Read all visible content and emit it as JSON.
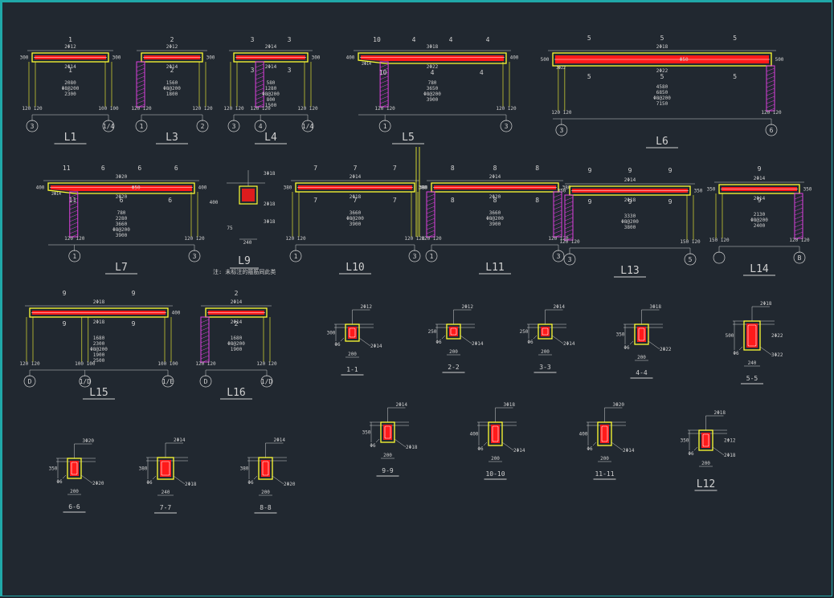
{
  "colors": {
    "background": "#212830",
    "frame": "#20a8a8",
    "line": "#d0d0d0",
    "beam_outline": "#ffff33",
    "beam_fill": "#ff1a1a",
    "column": "#e040e0",
    "section_fill": "#ff1a1a"
  },
  "note": "注: 未标注的箍筋同此类",
  "beams": [
    {
      "name": "L1",
      "marks": [
        "1",
        "1"
      ],
      "top": "2Φ12",
      "bot": "2Φ14",
      "dims": [
        "2080",
        "Φ8@200",
        "2300"
      ],
      "supports": [
        "120 120",
        "100 100"
      ],
      "axes": [
        "3",
        "1/4"
      ],
      "hl": "300",
      "hr": "300"
    },
    {
      "name": "L3",
      "marks": [
        "2",
        "2"
      ],
      "top": "2Φ12",
      "bot": "2Φ14",
      "dims": [
        "1560",
        "Φ8@200",
        "1800"
      ],
      "supports": [
        "120 120",
        "120 120"
      ],
      "axes": [
        "1",
        "2"
      ],
      "hl": "",
      "hr": "300"
    },
    {
      "name": "L4",
      "marks": [
        "3",
        "3",
        "3",
        "3"
      ],
      "top": "2Φ14",
      "bot": "2Φ14",
      "dims": [
        "580",
        "1280",
        "Φ8@200",
        "800",
        "1500"
      ],
      "supports": [
        "120 120",
        "120 120",
        "120 120"
      ],
      "axes": [
        "3",
        "4",
        "1/4"
      ],
      "hl": "",
      "hr": "300"
    },
    {
      "name": "L5",
      "marks": [
        "10",
        "4",
        "4",
        "4",
        "10",
        "4",
        "4"
      ],
      "top": "3Φ18",
      "bot": "2Φ22",
      "dims": [
        "780",
        "3650",
        "Φ8@200",
        "3900"
      ],
      "supports": [
        "120 120",
        "120 120"
      ],
      "axes": [
        "1",
        "3"
      ],
      "hl": "400",
      "hr": "400",
      "extra": "2Φ14"
    },
    {
      "name": "L6",
      "marks": [
        "5",
        "5",
        "5",
        "5",
        "5",
        "5"
      ],
      "top": "2Φ18",
      "bot": "2Φ22",
      "dims": [
        "4580",
        "6850",
        "Φ8@200",
        "7150"
      ],
      "supports": [
        "120 120",
        "120 120"
      ],
      "axes": [
        "3",
        "6"
      ],
      "hl": "500",
      "hr": "500",
      "extra": "3Φ22",
      "cut": "Φ50"
    },
    {
      "name": "L7",
      "marks": [
        "11",
        "6",
        "6",
        "6",
        "11",
        "6",
        "6"
      ],
      "top": "3Φ20",
      "bot": "2Φ20",
      "dims": [
        "780",
        "2280",
        "3660",
        "Φ8@200",
        "3900"
      ],
      "supports": [
        "120 120",
        "120 120"
      ],
      "axes": [
        "1",
        "3"
      ],
      "hl": "400",
      "hr": "400",
      "extra": "2Φ14",
      "cut": "Φ50"
    },
    {
      "name": "L9",
      "marks": [],
      "top": "3Φ18",
      "bot": "2Φ18",
      "dims": [
        "400",
        "75",
        "240"
      ],
      "bot2": "3Φ18"
    },
    {
      "name": "L10",
      "marks": [
        "7",
        "7",
        "7",
        "7",
        "7",
        "7"
      ],
      "top": "2Φ14",
      "bot": "2Φ18",
      "dims": [
        "3660",
        "Φ8@200",
        "3900"
      ],
      "supports": [
        "120 120",
        "120 120"
      ],
      "axes": [
        "1",
        "3"
      ],
      "hl": "380",
      "hr": "380"
    },
    {
      "name": "L11",
      "marks": [
        "8",
        "8",
        "8",
        "8",
        "8",
        "8"
      ],
      "top": "2Φ14",
      "bot": "2Φ20",
      "dims": [
        "3660",
        "Φ8@200",
        "3900"
      ],
      "supports": [
        "120 120",
        "120 120"
      ],
      "axes": [
        "1",
        "3"
      ],
      "hl": "380",
      "hr": "380"
    },
    {
      "name": "L13",
      "marks": [
        "9",
        "9",
        "9",
        "9",
        "9",
        "9"
      ],
      "top": "2Φ14",
      "bot": "2Φ18",
      "dims": [
        "3330",
        "Φ8@200",
        "3800"
      ],
      "supports": [
        "120 120",
        "150 120"
      ],
      "axes": [
        "3",
        "5"
      ],
      "hl": "350",
      "hr": "350"
    },
    {
      "name": "L14",
      "marks": [
        "9",
        "9"
      ],
      "top": "2Φ14",
      "bot": "2Φ14",
      "dims": [
        "2130",
        "Φ8@200",
        "2400"
      ],
      "supports": [
        "150 120",
        "120 120"
      ],
      "axes": [
        "",
        "B"
      ],
      "hl": "350",
      "hr": "350"
    },
    {
      "name": "L15",
      "marks": [
        "9",
        "9",
        "9",
        "9"
      ],
      "top": "2Φ18",
      "bot": "2Φ18",
      "dims": [
        "1680",
        "2300",
        "Φ8@200",
        "1900",
        "2500"
      ],
      "supports": [
        "120 120",
        "100 100",
        "100 100"
      ],
      "axes": [
        "D",
        "1/D",
        "1/E"
      ],
      "hl": "",
      "hr": "400"
    },
    {
      "name": "L16",
      "marks": [
        "2",
        "2"
      ],
      "top": "2Φ14",
      "bot": "2Φ14",
      "dims": [
        "1680",
        "Φ8@200",
        "1900"
      ],
      "supports": [
        "120 120",
        "120 120"
      ],
      "axes": [
        "D",
        "1/D"
      ],
      "hl": "",
      "hr": ""
    }
  ],
  "sections": [
    {
      "name": "1-1",
      "top": "2Φ12",
      "bot": "2Φ14",
      "h": "300",
      "w": "200",
      "stirrup": "Φ6"
    },
    {
      "name": "2-2",
      "top": "2Φ12",
      "bot": "2Φ14",
      "h": "250",
      "w": "200",
      "stirrup": "Φ6"
    },
    {
      "name": "3-3",
      "top": "2Φ14",
      "bot": "2Φ14",
      "h": "250",
      "w": "200",
      "stirrup": "Φ6"
    },
    {
      "name": "4-4",
      "top": "3Φ18",
      "bot": "2Φ22",
      "h": "350",
      "w": "200",
      "stirrup": "Φ6"
    },
    {
      "name": "5-5",
      "top": "2Φ18",
      "bot": "3Φ22",
      "h": "500",
      "w": "240",
      "stirrup": "Φ6",
      "mid": "2Φ22"
    },
    {
      "name": "6-6",
      "top": "3Φ20",
      "bot": "2Φ20",
      "h": "350",
      "w": "200",
      "stirrup": "Φ6"
    },
    {
      "name": "7-7",
      "top": "2Φ14",
      "bot": "2Φ18",
      "h": "380",
      "w": "240",
      "stirrup": "Φ6"
    },
    {
      "name": "8-8",
      "top": "2Φ14",
      "bot": "2Φ20",
      "h": "380",
      "w": "200",
      "stirrup": "Φ6"
    },
    {
      "name": "9-9",
      "top": "2Φ14",
      "bot": "2Φ18",
      "h": "350",
      "w": "200",
      "stirrup": "Φ6"
    },
    {
      "name": "10-10",
      "top": "3Φ18",
      "bot": "2Φ14",
      "h": "400",
      "w": "200",
      "stirrup": "Φ6"
    },
    {
      "name": "11-11",
      "top": "3Φ20",
      "bot": "2Φ14",
      "h": "400",
      "w": "200",
      "stirrup": "Φ6"
    },
    {
      "name": "L12",
      "top": "2Φ18",
      "bot": "2Φ18",
      "h": "350",
      "w": "200",
      "stirrup": "Φ6",
      "mid": "2Φ12"
    }
  ]
}
